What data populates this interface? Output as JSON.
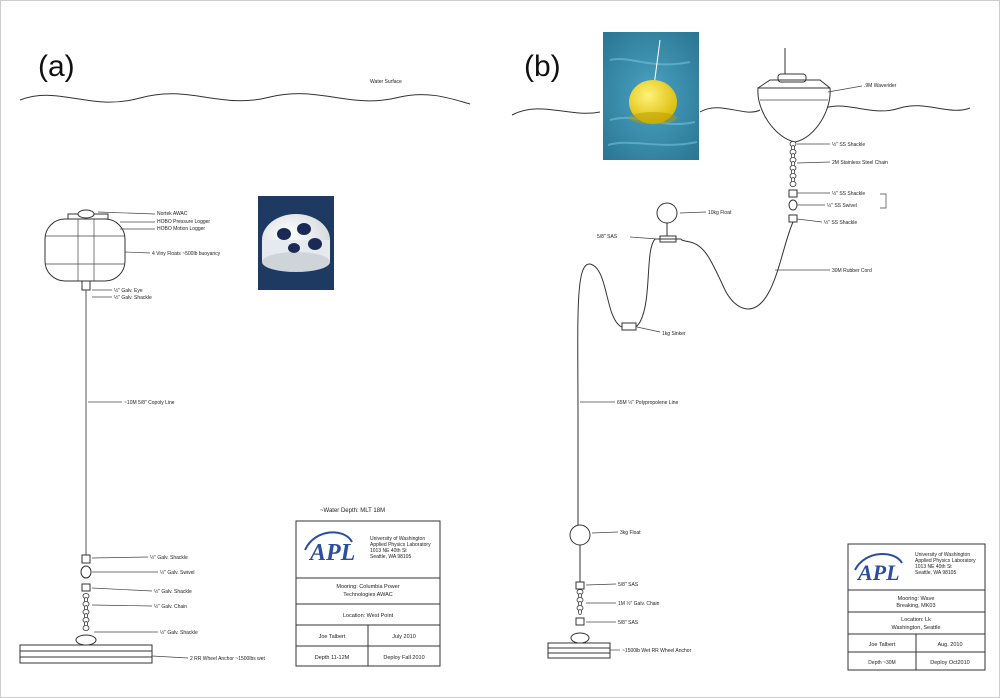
{
  "panel_a": {
    "label": "(a)",
    "water_surface": "Water Surface",
    "labels": {
      "awac": "Nortek AWAC",
      "pressure": "HOBO Pressure Logger",
      "motion": "HOBO Motion Logger",
      "floats": "4 Viny Floats ~500lb buoyancy",
      "eye": "½\" Galv. Eye",
      "shackle1": "½\" Galv. Shackle",
      "line": "~10M 5/8\" Copoly Line",
      "shackle2": "½\" Galv. Shackle",
      "swivel": "½\" Galv. Swivel",
      "shackle3": "½\" Galv. Shackle",
      "chain": "½\" Galv. Chain",
      "shackle4": "½\" Galv. Shackle",
      "anchor": "2 RR Wheel Anchor ~1500lbs wet"
    },
    "water_depth": "~Water Depth:  MLT  18M",
    "title_block": {
      "org": [
        "University of Washington",
        "Applied Physics Laboratory",
        "1013 NE 40th St",
        "Seattle, WA 98105"
      ],
      "mooring": [
        "Mooring: Columbia Power",
        "Technologies AWAC"
      ],
      "location": "Location: West Point",
      "name": "Joe Talbert",
      "date": "July 2010",
      "depth": "Depth 11-12M",
      "deploy": "Deploy Fall 2010"
    }
  },
  "panel_b": {
    "label": "(b)",
    "labels": {
      "waverider": ".9M Waverider",
      "ss_shackle1": "½\" SS Shackle",
      "ss_chain": "2M  Stainless Steel Chain",
      "ss_shackle2": "½\" SS Shackle",
      "ss_swivel": "½\" SS Swivel",
      "ss_shackle3": "½\" SS Shackle",
      "float10": "10kg Float",
      "sas1": "5/8\" SAS",
      "rubber": "30M Rubber Cord",
      "sinker": "1kg Sinker",
      "poly": "65M ½\" Polypropolene Line",
      "float3": "3kg Float",
      "sas2": "5/8\" SAS",
      "galv_chain": "1M ½\" Galv. Chain",
      "sas3": "5/8\" SAS",
      "anchor": "~1500lb Wet RR Wheel Anchor"
    },
    "title_block": {
      "org": [
        "University of Washington",
        "Applied Physics Laboratory",
        "1013 NE 40th St",
        "Seattle, WA 98105"
      ],
      "mooring": [
        "Mooring: Wave",
        "Breaking, MK03"
      ],
      "location": [
        "Location: Lk",
        "Washington, Seattle"
      ],
      "name": "Joe Talbert",
      "date": "Aug. 2010",
      "depth": "Depth ~30M",
      "deploy": "Deploy Oct2010"
    }
  },
  "colors": {
    "logo": "#2b4ea0",
    "water": "#3b8fb0",
    "buoy": "#e8cf1a"
  }
}
